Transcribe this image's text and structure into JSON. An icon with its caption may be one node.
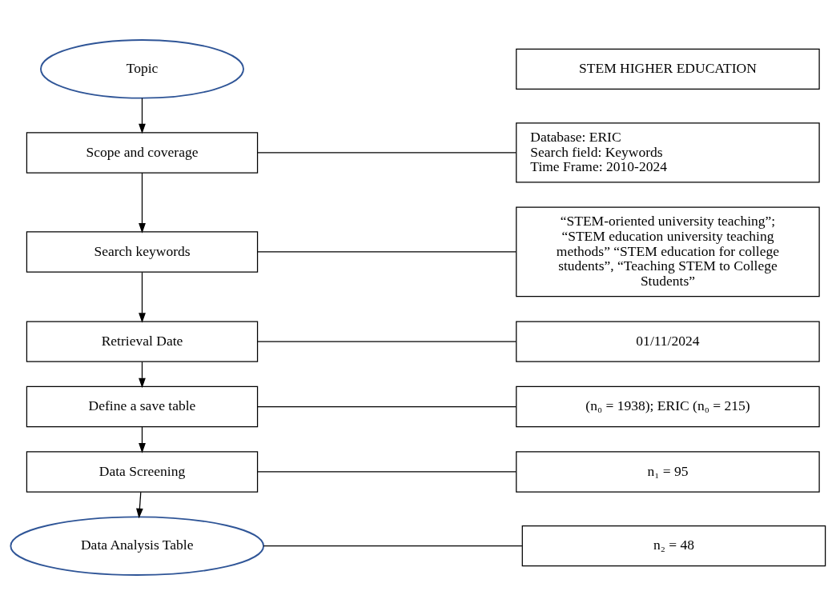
{
  "diagram": {
    "nodes": [
      {
        "text": [
          "Topic"
        ]
      },
      {
        "text": [
          "STEM HIGHER EDUCATION"
        ]
      },
      {
        "text": [
          "Scope and coverage"
        ]
      },
      {
        "text": [
          "Database: ERIC",
          "Search field: Keywords",
          "Time Frame: 2010-2024"
        ]
      },
      {
        "text": [
          "Search keywords"
        ]
      },
      {
        "text": [
          "“STEM-oriented university teaching”; “STEM education university teaching methods” “STEM education for college students”, “Teaching STEM to College Students”"
        ]
      },
      {
        "text": [
          "Retrieval Date"
        ]
      },
      {
        "text": [
          "01/11/2024"
        ]
      },
      {
        "text": [
          "Define a save table"
        ]
      },
      {
        "text": [
          "(n₀ = 1938); ERIC (n₀ = 215)"
        ]
      },
      {
        "text": [
          "Data Screening"
        ]
      },
      {
        "text": [
          "n₁ = 95"
        ]
      },
      {
        "text": [
          "Data Analysis Table"
        ]
      },
      {
        "text": [
          "n₂ = 48"
        ]
      }
    ],
    "edges": [
      {
        "from": 0,
        "to": 2,
        "arrow": "to"
      },
      {
        "from": 2,
        "to": 3,
        "arrow": "none"
      },
      {
        "from": 2,
        "to": 4,
        "arrow": "to"
      },
      {
        "from": 4,
        "to": 5,
        "arrow": "none"
      },
      {
        "from": 4,
        "to": 6,
        "arrow": "to"
      },
      {
        "from": 6,
        "to": 7,
        "arrow": "none"
      },
      {
        "from": 6,
        "to": 8,
        "arrow": "to"
      },
      {
        "from": 8,
        "to": 9,
        "arrow": "none"
      },
      {
        "from": 8,
        "to": 10,
        "arrow": "to"
      },
      {
        "from": 10,
        "to": 11,
        "arrow": "none"
      },
      {
        "from": 10,
        "to": 12,
        "arrow": "to"
      },
      {
        "from": 12,
        "to": 13,
        "arrow": "none"
      }
    ]
  }
}
